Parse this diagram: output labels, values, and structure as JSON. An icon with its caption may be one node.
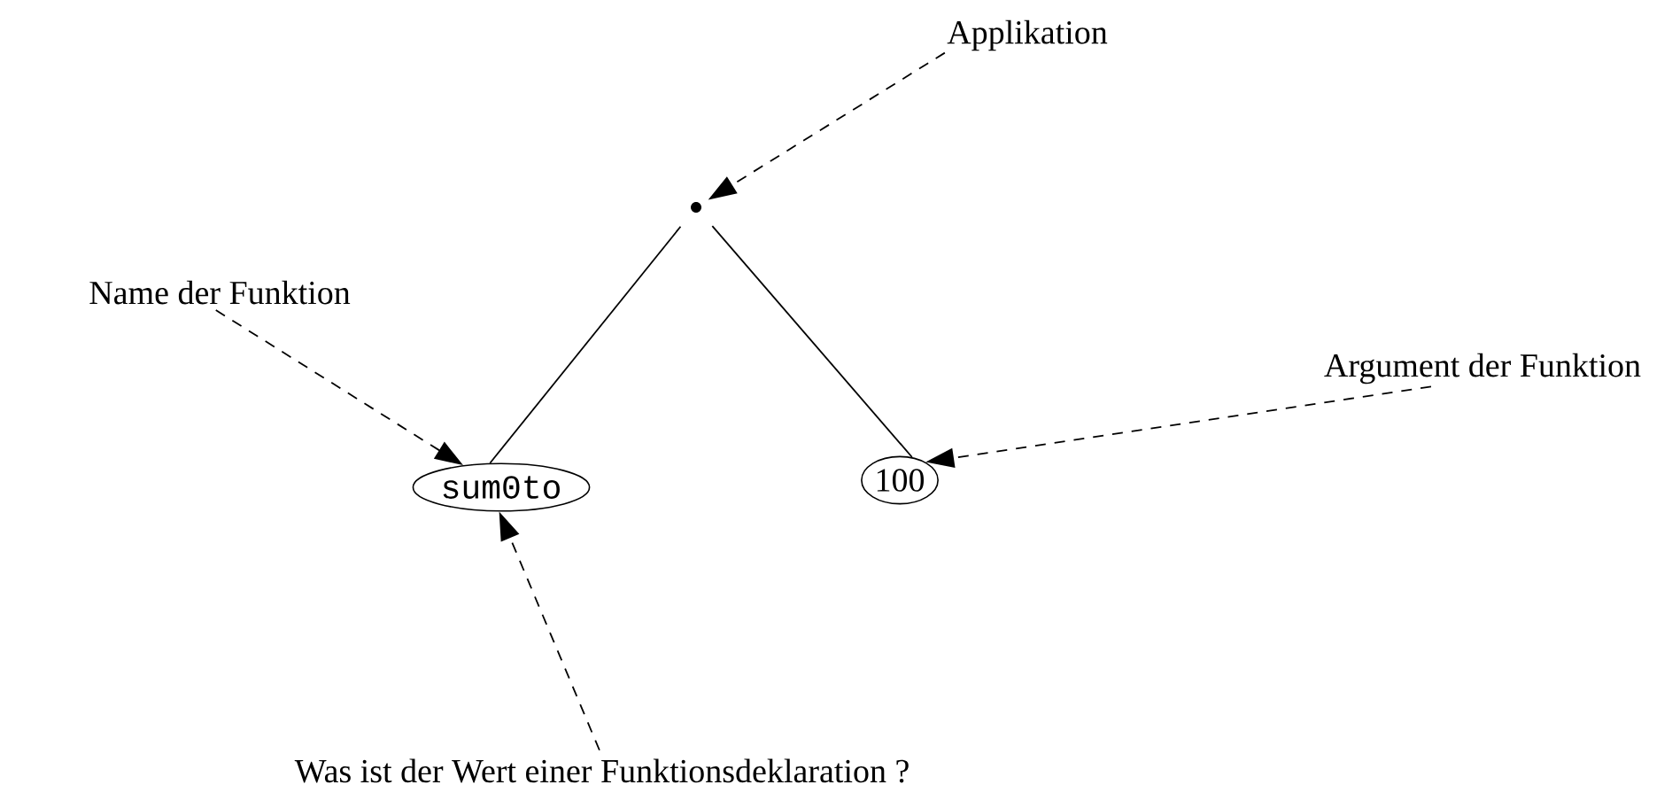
{
  "diagram": {
    "nodes": [
      {
        "text": [
          "Applikation"
        ]
      },
      {
        "text": [],
        "shape": "circle"
      },
      {
        "text": [
          "Name der Funktion"
        ]
      },
      {
        "text": [
          "sum0to"
        ]
      },
      {
        "text": [
          "100"
        ]
      },
      {
        "text": [
          "Argument der Funktion"
        ]
      },
      {
        "text": [
          "Was ist der Wert einer Funktionsdeklaration ?"
        ]
      }
    ],
    "edges": [
      {
        "from": 0,
        "to": 1,
        "arrow": "to",
        "style": "dashed"
      },
      {
        "from": 1,
        "to": 3,
        "arrow": "none"
      },
      {
        "from": 1,
        "to": 4,
        "arrow": "none"
      },
      {
        "from": 2,
        "to": 3,
        "arrow": "to",
        "style": "dashed"
      },
      {
        "from": 5,
        "to": 4,
        "arrow": "to",
        "style": "dashed"
      },
      {
        "from": 6,
        "to": 3,
        "arrow": "to",
        "style": "dashed"
      }
    ]
  }
}
